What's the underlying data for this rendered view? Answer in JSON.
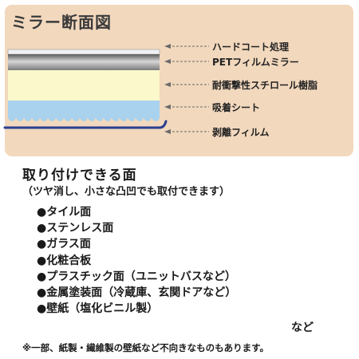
{
  "diagram": {
    "title": "ミラー断面図",
    "layers": [
      {
        "label": "ハードコート処理",
        "color": "#eef0f2"
      },
      {
        "label": "PETフィルムミラー",
        "color": "#8f8f8f"
      },
      {
        "label": "耐衝撃性スチロール樹脂",
        "color": "#fbf8cc"
      },
      {
        "label": "吸着シート",
        "color": "#a9d2ef"
      },
      {
        "label": "剥離フィルム",
        "color": "#2a3f8f"
      }
    ]
  },
  "mounting": {
    "title": "取り付けできる面",
    "subtitle": "（ツヤ消し、小さな凸凹でも取付できます）",
    "surfaces": [
      "●タイル面",
      "●ステンレス面",
      "●ガラス面",
      "●化粧合板",
      "●プラスチック面（ユニットバスなど）",
      "●金属塗装面（冷蔵庫、玄関ドアなど）",
      "●壁紙（塩化ビニル製）"
    ],
    "etc": "など",
    "footnote": "※一部、紙製・繊維製の壁紙など不向きなものもあります。"
  }
}
